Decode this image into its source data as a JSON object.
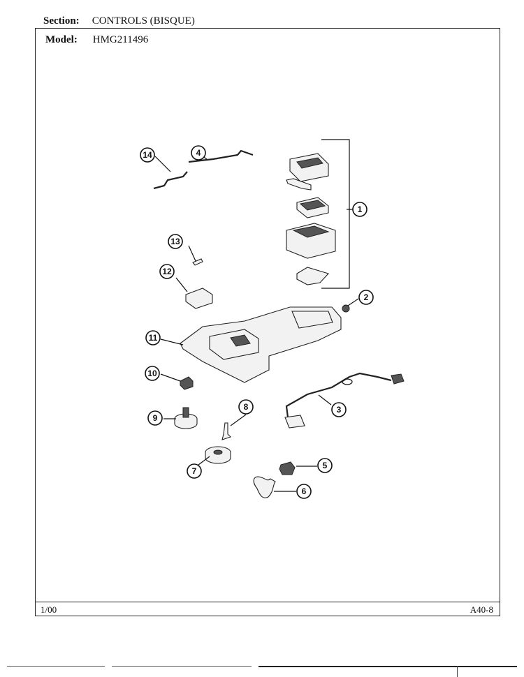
{
  "header": {
    "section_label": "Section:",
    "section_value": "CONTROLS (BISQUE)",
    "model_label": "Model:",
    "model_value": "HMG211496"
  },
  "footer": {
    "left": "1/00",
    "right": "A40-8"
  },
  "callouts": [
    "1",
    "2",
    "3",
    "4",
    "5",
    "6",
    "7",
    "8",
    "9",
    "10",
    "11",
    "12",
    "13",
    "14"
  ]
}
